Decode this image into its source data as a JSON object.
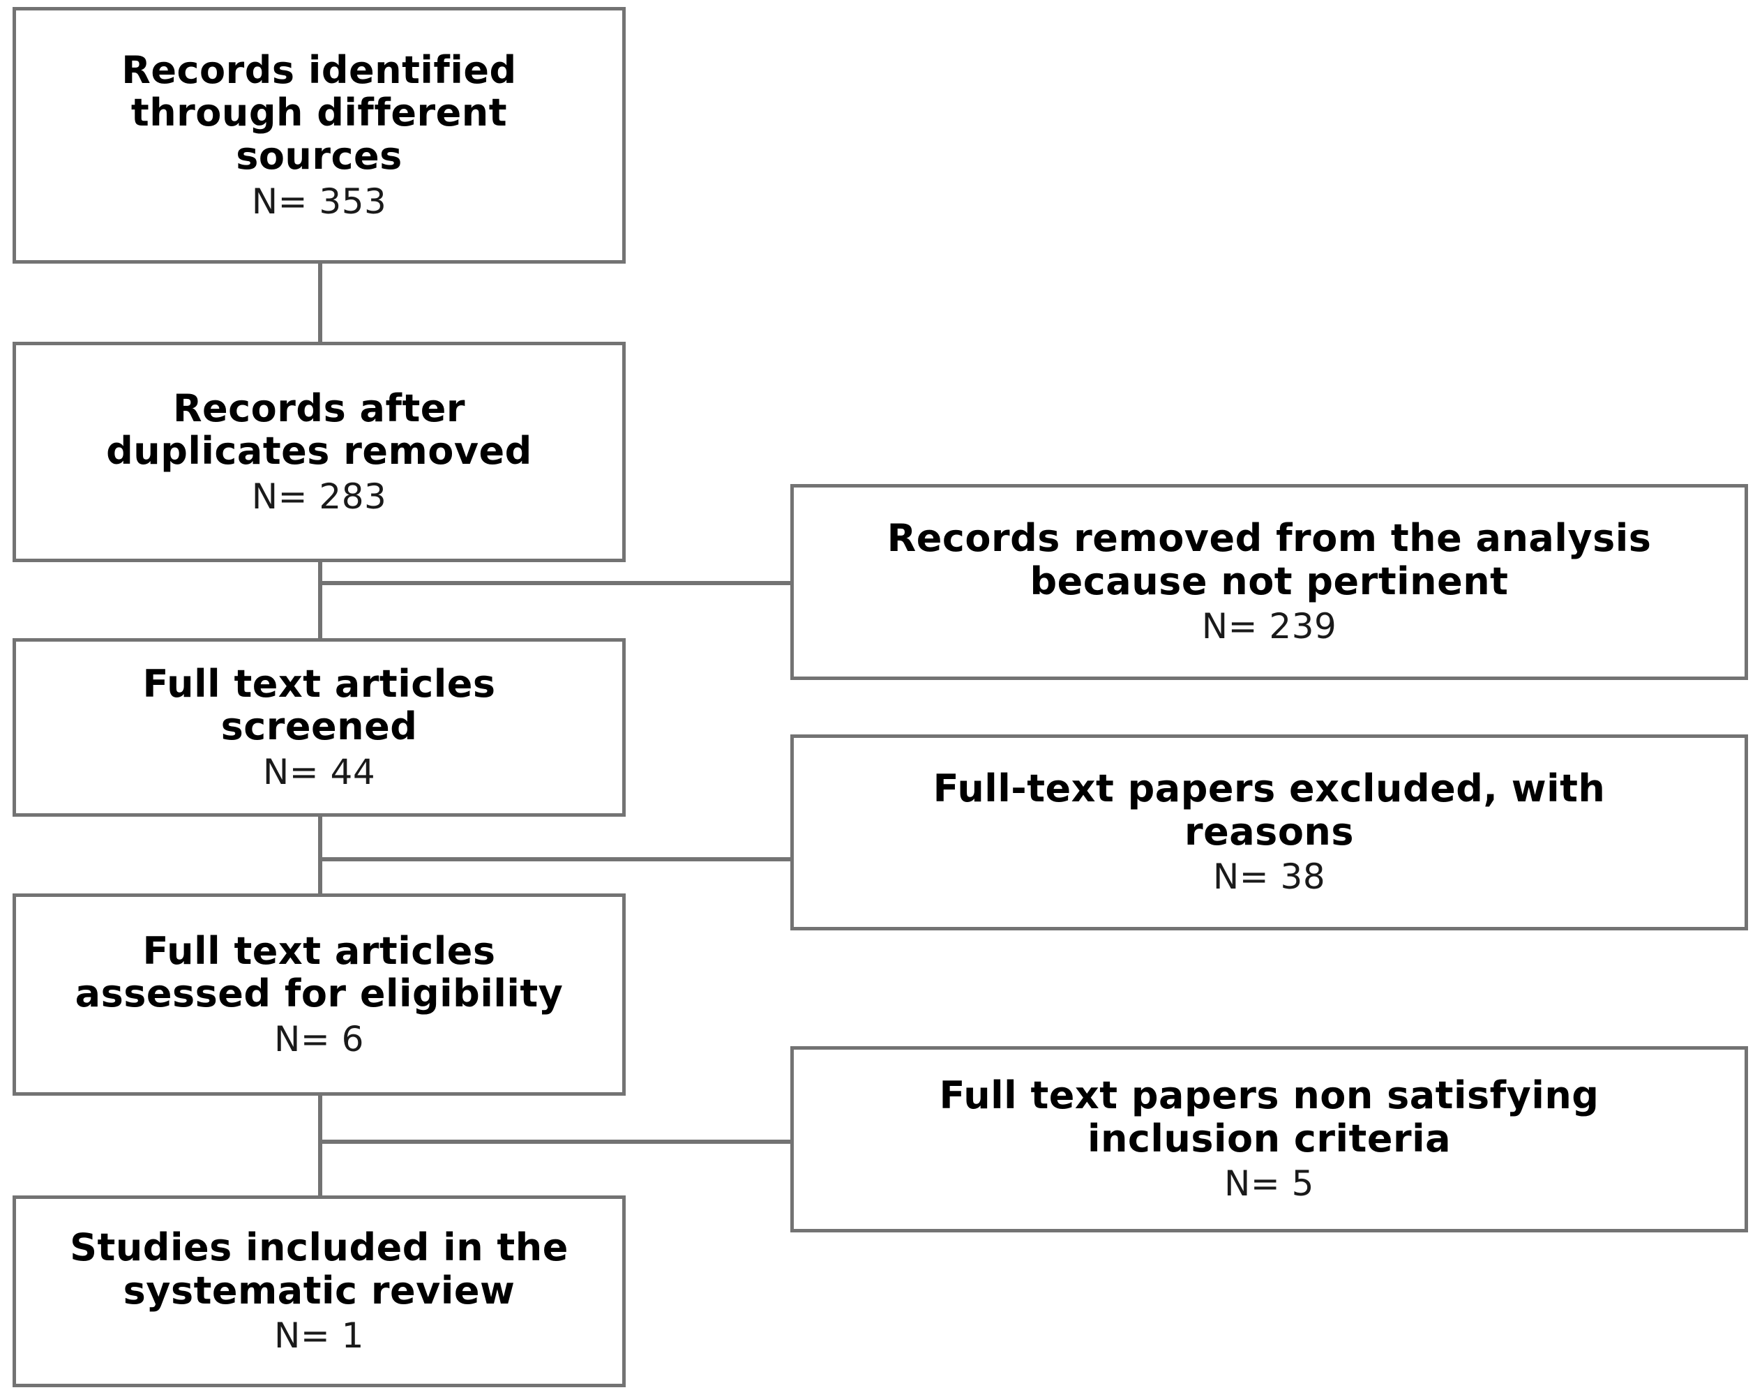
{
  "diagram": {
    "kind": "prisma-flow-diagram",
    "line_color": "#737373",
    "text_color": "#000000",
    "background": "#ffffff"
  },
  "chart_data": {
    "type": "diagram",
    "title": "",
    "nodes": [
      {
        "id": "identified",
        "title": "Records identified\nthrough different\nsources",
        "count_label": "N= 353",
        "count": 353,
        "column": "main"
      },
      {
        "id": "deduplicated",
        "title": "Records after\nduplicates removed",
        "count_label": "N= 283",
        "count": 283,
        "column": "main"
      },
      {
        "id": "screened",
        "title": "Full text articles\nscreened",
        "count_label": "N= 44",
        "count": 44,
        "column": "main"
      },
      {
        "id": "eligibility",
        "title": "Full text articles\nassessed for eligibility",
        "count_label": "N= 6",
        "count": 6,
        "column": "main"
      },
      {
        "id": "included",
        "title": "Studies included  in the\nsystematic review",
        "count_label": "N= 1",
        "count": 1,
        "column": "main"
      },
      {
        "id": "excluded-not-pertinent",
        "title": "Records  removed  from  the  analysis\nbecause  not pertinent",
        "count_label": "N= 239",
        "count": 239,
        "column": "side"
      },
      {
        "id": "excluded-with-reasons",
        "title": "Full-text papers excluded,  with\nreasons",
        "count_label": "N= 38",
        "count": 38,
        "column": "side"
      },
      {
        "id": "excluded-inclusion-criteria",
        "title": "Full text papers non satisfying\ninclusion criteria",
        "count_label": "N= 5",
        "count": 5,
        "column": "side"
      }
    ],
    "edges": [
      {
        "from": "identified",
        "to": "deduplicated"
      },
      {
        "from": "deduplicated",
        "to": "screened"
      },
      {
        "from": "deduplicated",
        "to": "excluded-not-pertinent"
      },
      {
        "from": "screened",
        "to": "eligibility"
      },
      {
        "from": "screened",
        "to": "excluded-with-reasons"
      },
      {
        "from": "eligibility",
        "to": "included"
      },
      {
        "from": "eligibility",
        "to": "excluded-inclusion-criteria"
      }
    ]
  },
  "boxes": {
    "identified": {
      "title": "Records identified\nthrough different\nsources",
      "count": "N= 353"
    },
    "deduplicated": {
      "title": "Records after\nduplicates removed",
      "count": "N= 283"
    },
    "screened": {
      "title": "Full text articles\nscreened",
      "count": "N= 44"
    },
    "eligibility": {
      "title": "Full text articles\nassessed for eligibility",
      "count": "N= 6"
    },
    "included": {
      "title": "Studies included  in the\nsystematic review",
      "count": "N= 1"
    },
    "excluded_not_pertinent": {
      "title": "Records  removed  from  the  analysis\nbecause  not pertinent",
      "count": "N= 239"
    },
    "excluded_with_reasons": {
      "title": "Full-text papers excluded,  with\nreasons",
      "count": "N= 38"
    },
    "excluded_inclusion_criteria": {
      "title": "Full text papers non satisfying\ninclusion criteria",
      "count": "N= 5"
    }
  }
}
